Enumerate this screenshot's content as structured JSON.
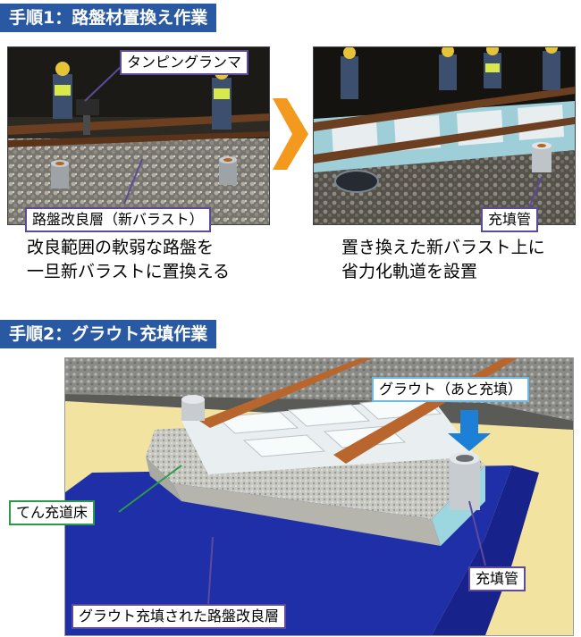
{
  "step1": {
    "header": "手順1：路盤材置換え作業",
    "left_photo": {
      "label_tamper": "タンピングランマ",
      "label_layer": "路盤改良層（新バラスト）",
      "caption_lines": [
        "改良範囲の軟弱な路盤を",
        "一旦新バラストに置換える"
      ]
    },
    "right_photo": {
      "label_pipe": "充填管",
      "caption_lines": [
        "置き換えた新バラスト上に",
        "省力化軌道を設置"
      ]
    }
  },
  "step2": {
    "header": "手順2：グラウト充填作業",
    "label_grout": "グラウト（あと充填）",
    "label_bed": "てん充道床",
    "label_pipe": "充填管",
    "label_layer": "グラウト充填された路盤改良層"
  },
  "colors": {
    "header_bg": "#2a59a3",
    "arrow": "#f39a1e",
    "label_border_purple": "#5e4a9b",
    "label_border_green": "#2c9a46",
    "label_border_blue": "#6fb9e6",
    "grout_arrow": "#1d7fd6",
    "improved_layer": "#1f2fa8",
    "ground_yellow": "#f3e3a0"
  }
}
